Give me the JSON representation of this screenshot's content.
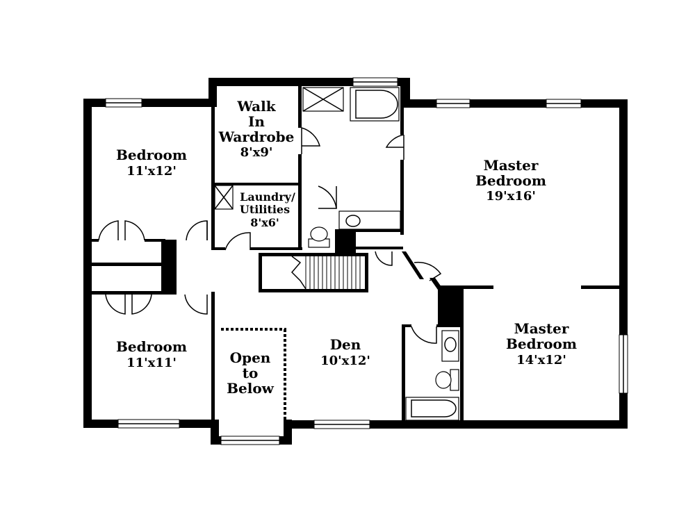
{
  "rooms": {
    "bedroom_1": {
      "name": "Bedroom",
      "dims": "11'x12'"
    },
    "bedroom_2": {
      "name": "Bedroom",
      "dims": "11'x11'"
    },
    "walk_in": {
      "line1": "Walk",
      "line2": "In",
      "line3": "Wardrobe",
      "dims": "8'x9'"
    },
    "laundry": {
      "line1": "Laundry/",
      "line2": "Utilities",
      "dims": "8'x6'"
    },
    "master_1": {
      "line1": "Master",
      "line2": "Bedroom",
      "dims": "19'x16'"
    },
    "master_2": {
      "line1": "Master",
      "line2": "Bedroom",
      "dims": "14'x12'"
    },
    "den": {
      "name": "Den",
      "dims": "10'x12'"
    },
    "open": {
      "line1": "Open",
      "line2": "to",
      "line3": "Below"
    }
  }
}
